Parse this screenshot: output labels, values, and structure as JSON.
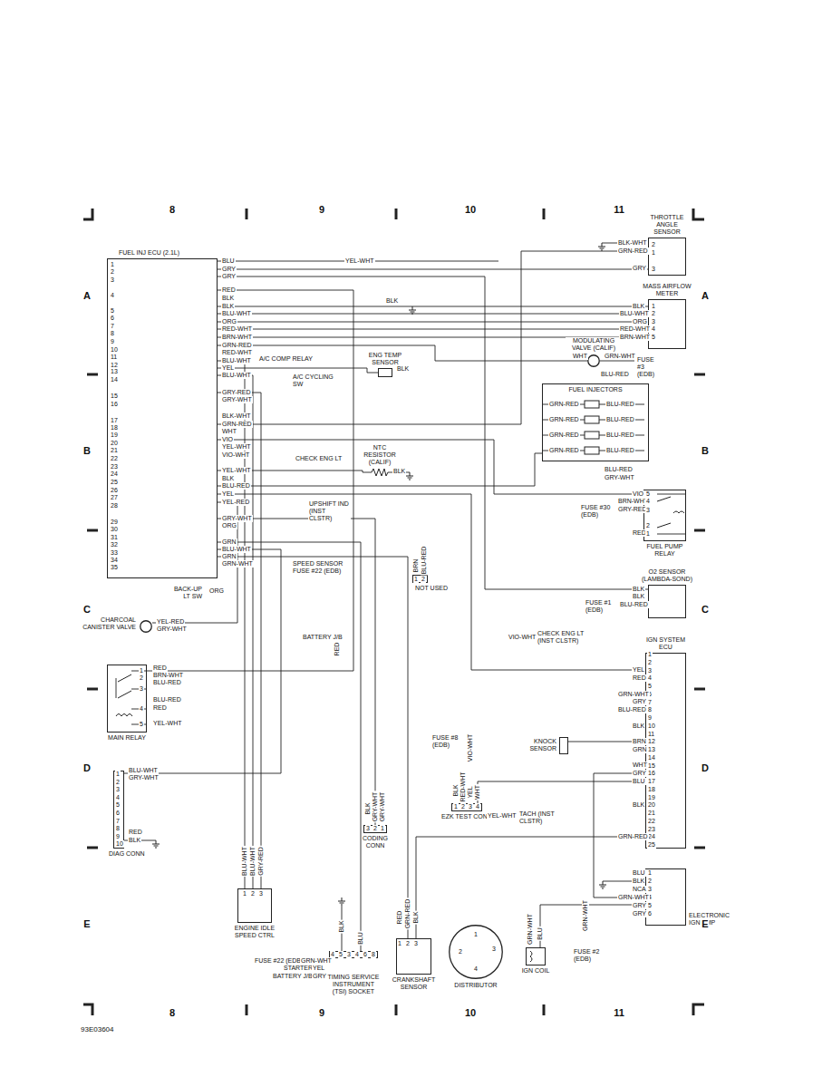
{
  "diagram": {
    "nodes": [
      {
        "text": [
          "FUEL INJ ECU (2.1L)"
        ]
      },
      {
        "text": [
          "THROTTLE ANGLE SENSOR"
        ]
      },
      {
        "text": [
          "MASS AIRFLOW METER"
        ]
      },
      {
        "text": [
          "ENG TEMP SENSOR"
        ]
      },
      {
        "text": [
          "MODULATING VALVE (CALIF)"
        ]
      },
      {
        "text": [
          "FUEL INJECTORS"
        ]
      },
      {
        "text": [
          "NTC RESISTOR (CALIF)"
        ]
      },
      {
        "text": [
          "FUEL PUMP RELAY"
        ]
      },
      {
        "text": [
          "O2 SENSOR (LAMBDA-SOND)"
        ]
      },
      {
        "text": [
          "IGN SYSTEM ECU"
        ]
      },
      {
        "text": [
          "MAIN RELAY"
        ]
      },
      {
        "text": [
          "DIAG CONN"
        ]
      },
      {
        "text": [
          "CODING CONN"
        ]
      },
      {
        "text": [
          "EZK TEST CONN"
        ]
      },
      {
        "text": [
          "ENGINE IDLE SPEED CTRL"
        ]
      },
      {
        "text": [
          "TIMING SERVICE INSTRUMENT (TSI) SOCKET"
        ]
      },
      {
        "text": [
          "CRANKSHAFT SENSOR"
        ]
      },
      {
        "text": [
          "DISTRIBUTOR"
        ]
      },
      {
        "text": [
          "IGN COIL"
        ]
      },
      {
        "text": [
          "ELECTRONIC IGN AMP"
        ]
      },
      {
        "text": [
          "KNOCK SENSOR"
        ]
      },
      {
        "text": [
          "CHARCOAL CANISTER VALVE"
        ]
      },
      {
        "text": [
          "NOT USED"
        ]
      }
    ],
    "edges": [
      {
        "from": 0,
        "to": 1,
        "arrow": "none"
      },
      {
        "from": 0,
        "to": 1,
        "arrow": "none"
      },
      {
        "from": 0,
        "to": 2,
        "arrow": "none"
      },
      {
        "from": 0,
        "to": 2,
        "arrow": "none"
      },
      {
        "from": 0,
        "to": 2,
        "arrow": "none"
      },
      {
        "from": 0,
        "to": 2,
        "arrow": "none"
      },
      {
        "from": 0,
        "to": 2,
        "arrow": "none"
      },
      {
        "from": 0,
        "to": 3,
        "arrow": "none"
      },
      {
        "from": 0,
        "to": 4,
        "arrow": "none"
      },
      {
        "from": 0,
        "to": 5,
        "arrow": "none"
      },
      {
        "from": 0,
        "to": 6,
        "arrow": "none"
      },
      {
        "from": 0,
        "to": 7,
        "arrow": "none"
      },
      {
        "from": 0,
        "to": 8,
        "arrow": "none"
      },
      {
        "from": 0,
        "to": 9,
        "arrow": "none"
      },
      {
        "from": 0,
        "to": 10,
        "arrow": "none"
      },
      {
        "from": 0,
        "to": 11,
        "arrow": "none"
      },
      {
        "from": 0,
        "to": 14,
        "arrow": "none"
      },
      {
        "from": 0,
        "to": 14,
        "arrow": "none"
      },
      {
        "from": 0,
        "to": 14,
        "arrow": "none"
      },
      {
        "from": 0,
        "to": 21,
        "arrow": "none"
      },
      {
        "from": 0,
        "to": 12,
        "arrow": "none"
      },
      {
        "from": 0,
        "to": 16,
        "arrow": "none"
      },
      {
        "from": 0,
        "to": 15,
        "arrow": "none"
      },
      {
        "from": 9,
        "to": 19,
        "arrow": "none"
      },
      {
        "from": 9,
        "to": 20,
        "arrow": "none"
      },
      {
        "from": 9,
        "to": 13,
        "arrow": "none"
      },
      {
        "from": 9,
        "to": 16,
        "arrow": "none"
      },
      {
        "from": 19,
        "to": 18,
        "arrow": "none"
      }
    ],
    "labels": [
      "8",
      "9",
      "10",
      "11",
      "8",
      "9",
      "10",
      "11",
      "A",
      "A",
      "B",
      "B",
      "C",
      "C",
      "D",
      "D",
      "E",
      "E",
      "93E03604",
      "1",
      "2",
      "3",
      "4",
      "5",
      "6",
      "7",
      "8",
      "9",
      "10",
      "11",
      "12",
      "13",
      "14",
      "15",
      "16",
      "17",
      "18",
      "19",
      "20",
      "21",
      "22",
      "23",
      "24",
      "25",
      "26",
      "27",
      "28",
      "29",
      "30",
      "31",
      "32",
      "33",
      "34",
      "35",
      "BLU",
      "GRY",
      "GRY",
      "RED",
      "BLK",
      "BLK",
      "BLU-WHT",
      "ORG",
      "RED-WHT",
      "BRN-WHT",
      "GRN-RED",
      "RED-WHT",
      "BLU-WHT",
      "YEL",
      "BLU-WHT",
      "GRY-RED",
      "GRY-WHT",
      "BLK-WHT",
      "GRN-RED",
      "WHT",
      "VIO",
      "YEL-WHT",
      "VIO-WHT",
      "YEL-WHT",
      "BLK",
      "BLU-RED",
      "YEL",
      "YEL-RED",
      "GRY-WHT",
      "ORG",
      "GRN",
      "BLU-WHT",
      "GRN",
      "GRN-WHT",
      "YEL-WHT",
      "BLK",
      "A/C COMP RELAY",
      "A/C CYCLING SW",
      "CHECK ENG LT",
      "UPSHIFT IND (INST CLSTR)",
      "SPEED SENSOR",
      "FUSE #22 (EDB)",
      "BACK-UP LT SW",
      "ORG",
      "BATTERY J/B",
      "RED",
      "BLK-WHT",
      "GRN-RED",
      "GRY",
      "2",
      "1",
      "3",
      "BLK",
      "BLU-WHT",
      "ORG",
      "RED-WHT",
      "BRN-WHT",
      "1",
      "2",
      "3",
      "4",
      "5",
      "WHT",
      "GRN-WHT",
      "FUSE #3 (EDB)",
      "BLU-RED",
      "BLK",
      "GRN-RED",
      "BLU-RED",
      "GRN-RED",
      "BLU-RED",
      "GRN-RED",
      "BLU-RED",
      "GRN-RED",
      "BLU-RED",
      "BLK",
      "BLU-RED",
      "GRY-WHT",
      "VIO",
      "BRN-WHT",
      "GRY-RED",
      "FUSE #30 (EDB)",
      "RED",
      "5",
      "4",
      "3",
      "2",
      "1",
      "BLK",
      "BLK",
      "BLU-RED",
      "FUSE #1 (EDB)",
      "VIO-WHT",
      "CHECK ENG LT (INST CLSTR)",
      "1",
      "2",
      "3",
      "4",
      "5",
      "6",
      "7",
      "8",
      "9",
      "10",
      "11",
      "12",
      "13",
      "14",
      "15",
      "16",
      "17",
      "18",
      "19",
      "20",
      "21",
      "22",
      "23",
      "24",
      "25",
      "YEL",
      "RED",
      "GRN-WHT",
      "GRY",
      "BLU-RED",
      "BLK",
      "BRN",
      "GRN",
      "WHT",
      "GRY",
      "BLU",
      "BLK",
      "GRN-RED",
      "FUSE #8 (EDB)",
      "VIO-WHT",
      "BLK",
      "RED-WHT",
      "YEL",
      "WHT",
      "1",
      "2",
      "3",
      "4",
      "YEL-WHT",
      "TACH (INST CLSTR)",
      "BLK",
      "GRY-WHT",
      "GRY-WHT",
      "3",
      "2",
      "1",
      "1",
      "2",
      "3",
      "4",
      "5",
      "6",
      "7",
      "8",
      "9",
      "10",
      "BLU-WHT",
      "GRY-WHT",
      "RED",
      "BLK",
      "1",
      "2",
      "3",
      "4",
      "5",
      "RED",
      "BRN-WHT",
      "BLU-RED",
      "BLU-RED",
      "RED",
      "YEL-WHT",
      "YEL-RED",
      "GRY-WHT",
      "BLU-WHT",
      "BLU-WHT",
      "GRY-RED",
      "1",
      "2",
      "3",
      "FUSE #22 (EDB)",
      "GRN-WHT",
      "STARTER",
      "YEL",
      "BATTERY J/B",
      "GRY",
      "4",
      "5",
      "3",
      "4",
      "6",
      "8",
      "BLU",
      "BLK",
      "RED",
      "GRN-RED",
      "BLK",
      "1",
      "2",
      "3",
      "1",
      "2",
      "3",
      "4",
      "GRN-WHT",
      "BLU",
      "GRN-WHT",
      "FUSE #2 (EDB)",
      "1",
      "2",
      "3",
      "4",
      "5",
      "6",
      "BLU",
      "BLK",
      "NCA",
      "GRN-WHT",
      "GRY",
      "GRY",
      "1",
      "2",
      "BRN",
      "BLU-RED"
    ]
  }
}
